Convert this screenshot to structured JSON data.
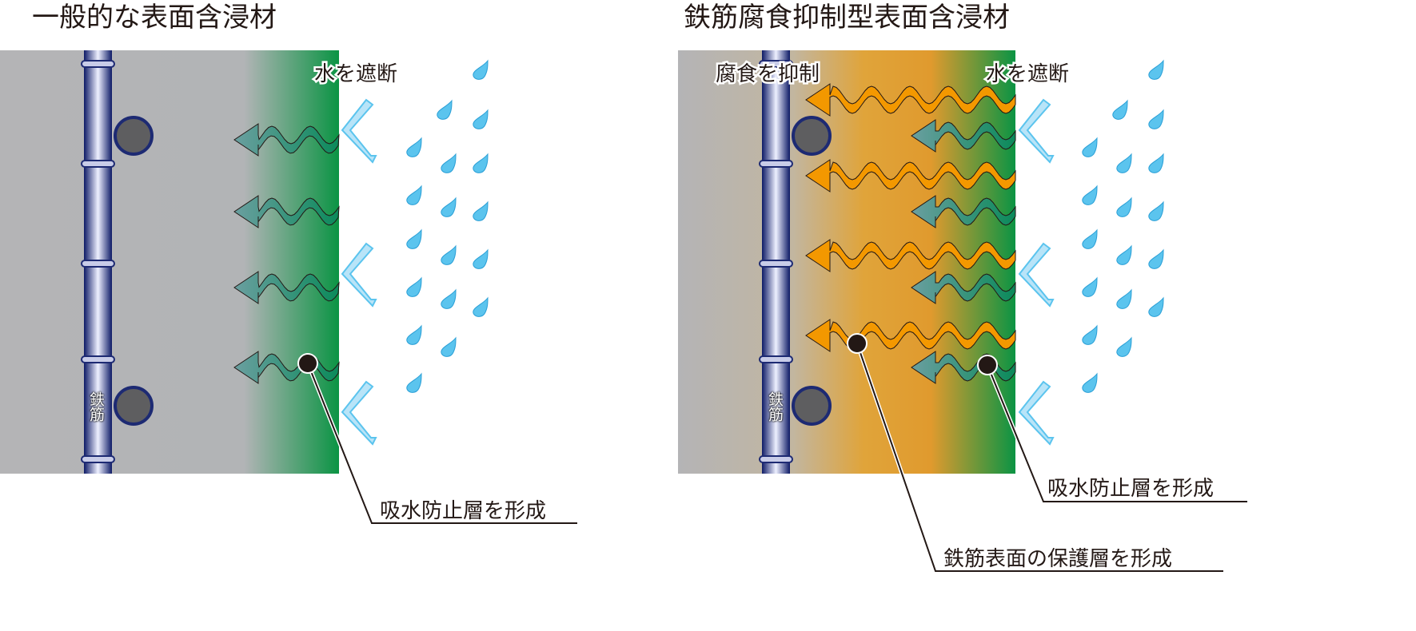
{
  "left_panel": {
    "title": "一般的な表面含浸材",
    "water_label": "水を遮断",
    "rebar_label": "鉄筋",
    "callout_absorption": "吸水防止層を形成"
  },
  "right_panel": {
    "title": "鉄筋腐食抑制型表面含浸材",
    "corrosion_label": "腐食を抑制",
    "water_label": "水を遮断",
    "rebar_label": "鉄筋",
    "callout_absorption": "吸水防止層を形成",
    "callout_protective": "鉄筋表面の保護層を形成"
  },
  "colors": {
    "concrete": "#b4b4b6",
    "green": "#0b9444",
    "orange": "#f39800",
    "rebar": "#1d2a73",
    "water": "#5bc4ee"
  }
}
